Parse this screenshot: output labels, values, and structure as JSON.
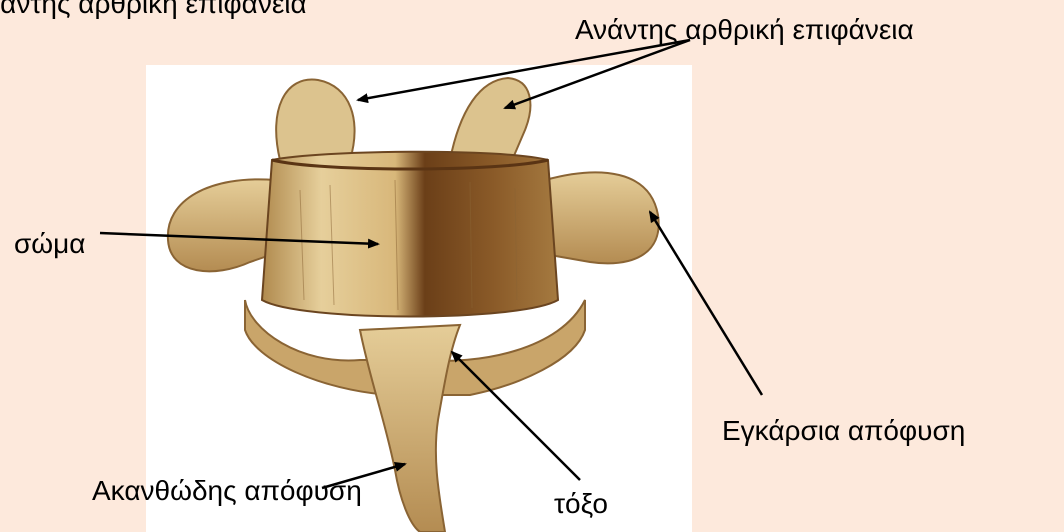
{
  "background": "#fde9dc",
  "labels": {
    "cut_top_left": "Ανάντης αρθρική επιφάνεια",
    "superior_articular": "Ανάντης αρθρική επιφάνεια",
    "body": "σώμα",
    "transverse_process": "Εγκάρσια απόφυση",
    "spinous_process": "Ακανθώδης απόφυση",
    "arch": "τόξο"
  },
  "colors": {
    "bone_light": "#e8d2a0",
    "bone_mid": "#c9a56a",
    "bone_dark": "#5a3414",
    "panel": "#ffffff",
    "arrow": "#000000"
  }
}
